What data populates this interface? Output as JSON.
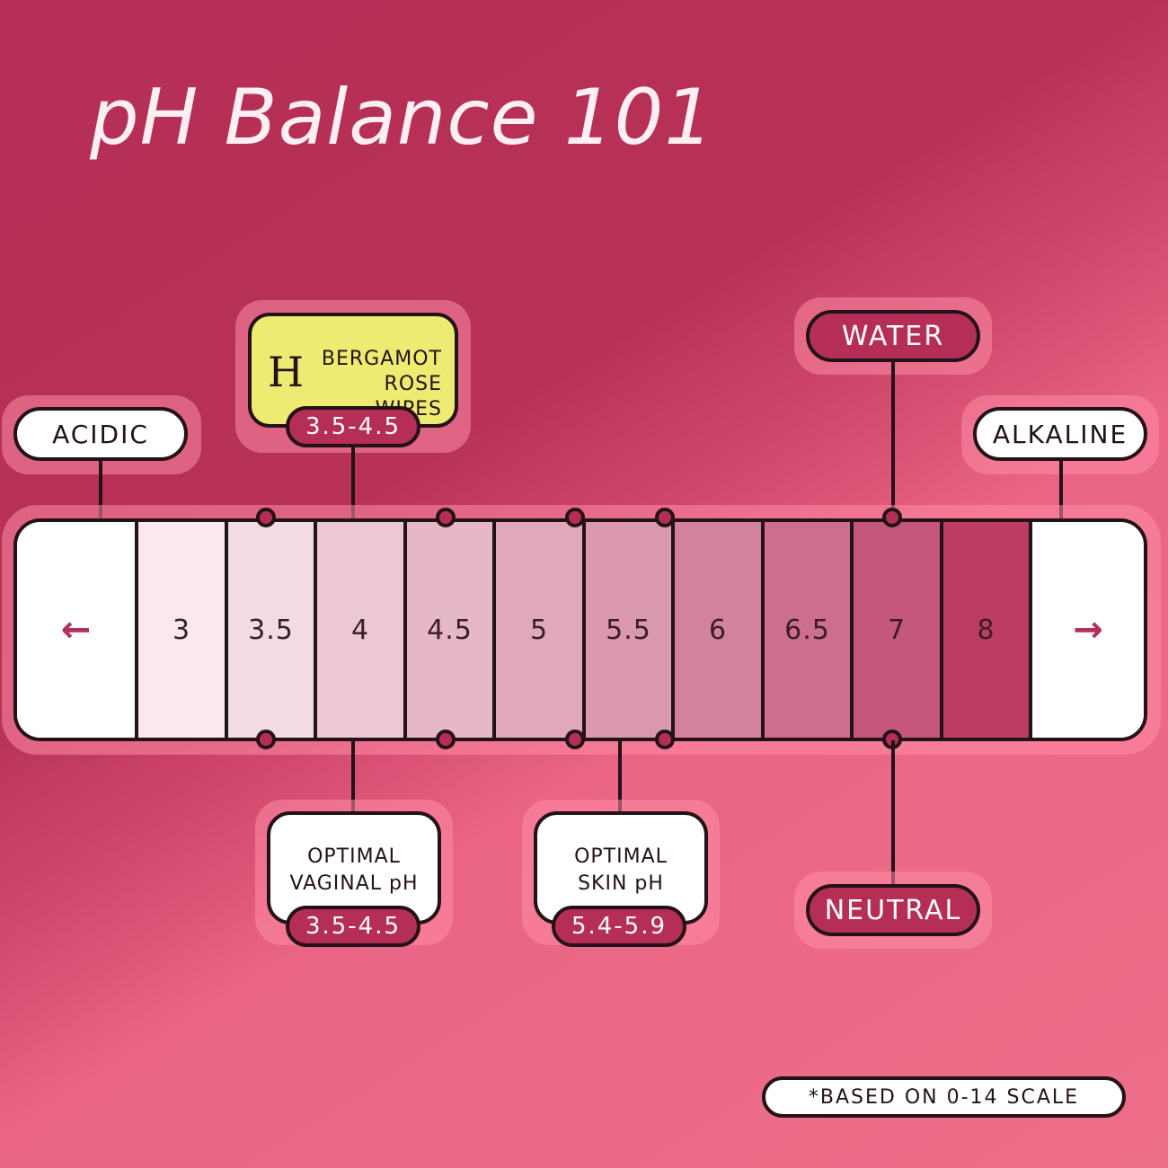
{
  "title": "pH Balance 101",
  "labels": {
    "acidic": "ACIDIC",
    "alkaline": "ALKALINE",
    "water": "WATER",
    "neutral": "NEUTRAL"
  },
  "product": {
    "logo_letter": "H",
    "name_line1": "BERGAMOT",
    "name_line2": "ROSE WIPES",
    "range": "3.5-4.5"
  },
  "optimal_vaginal": {
    "line1": "OPTIMAL",
    "line2": "VAGINAL pH",
    "range": "3.5-4.5"
  },
  "optimal_skin": {
    "line1": "OPTIMAL",
    "line2": "SKIN pH",
    "range": "5.4-5.9"
  },
  "scale": {
    "steps": [
      {
        "label": "3",
        "color": "#f9e9ee"
      },
      {
        "label": "3.5",
        "color": "#f3dbe3"
      },
      {
        "label": "4",
        "color": "#ecc8d4"
      },
      {
        "label": "4.5",
        "color": "#e6b7c6"
      },
      {
        "label": "5",
        "color": "#e0a8ba"
      },
      {
        "label": "5.5",
        "color": "#da98ae"
      },
      {
        "label": "6",
        "color": "#d3829c"
      },
      {
        "label": "6.5",
        "color": "#cd6f8c"
      },
      {
        "label": "7",
        "color": "#c5587a"
      },
      {
        "label": "8",
        "color": "#bb3e62"
      }
    ],
    "left_arrow": "←",
    "right_arrow": "→",
    "arrow_color": "#b52e56"
  },
  "footnote": "*BASED ON 0-14 SCALE",
  "colors": {
    "background": "#b83257",
    "accent": "#b52e56",
    "product_yellow": "#eeeb72",
    "outline": "#231218"
  }
}
